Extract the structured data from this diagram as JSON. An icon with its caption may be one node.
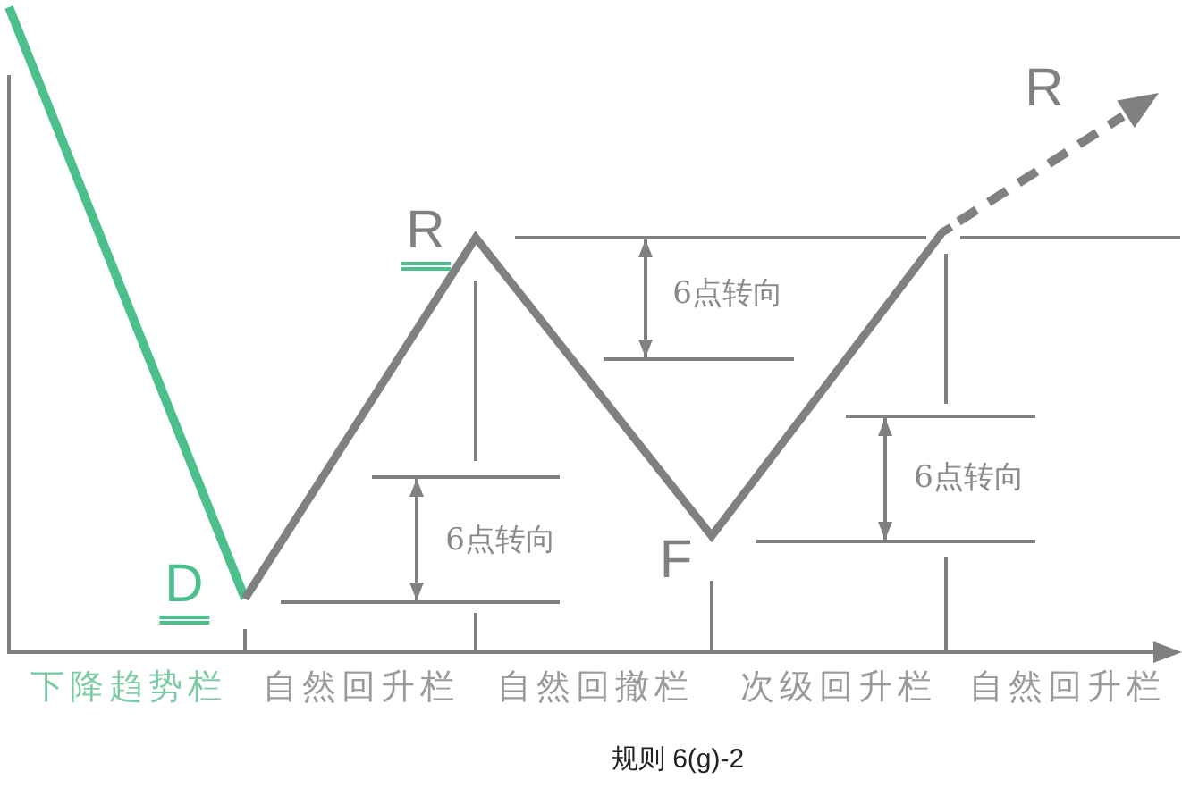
{
  "diagram": {
    "caption": "规则 6(g)-2",
    "labels": [
      "R",
      "R",
      "6点转向",
      "6点转向",
      "6点转向",
      "F",
      "D",
      "下降趋势栏",
      "自然回升栏",
      "自然回撤栏",
      "次级回升栏",
      "自然回升栏"
    ]
  }
}
